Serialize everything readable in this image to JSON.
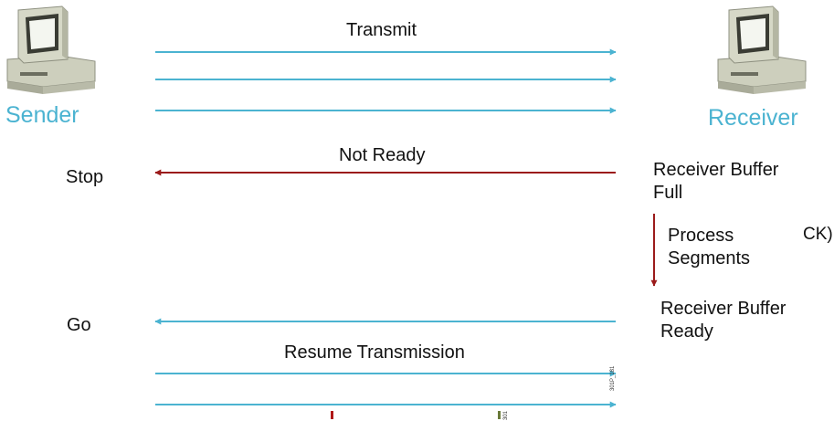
{
  "nodes": {
    "sender": {
      "label": "Sender",
      "icon": "computer-icon"
    },
    "receiver": {
      "label": "Receiver",
      "icon": "computer-icon"
    }
  },
  "messages": {
    "transmit": "Transmit",
    "not_ready": "Not Ready",
    "resume": "Resume Transmission"
  },
  "sender_states": {
    "stop": "Stop",
    "go": "Go"
  },
  "receiver_states": {
    "buffer_full": "Receiver Buffer Full",
    "process": "Process Segments",
    "buffer_ready": "Receiver Buffer Ready",
    "clipped_text": "CK)"
  },
  "figure_code": "301P_181",
  "small_mark": "301",
  "colors": {
    "forward_arrow": "#4bb3d1",
    "not_ready_arrow": "#9b1b1b",
    "node_label": "#4bb3d1"
  }
}
